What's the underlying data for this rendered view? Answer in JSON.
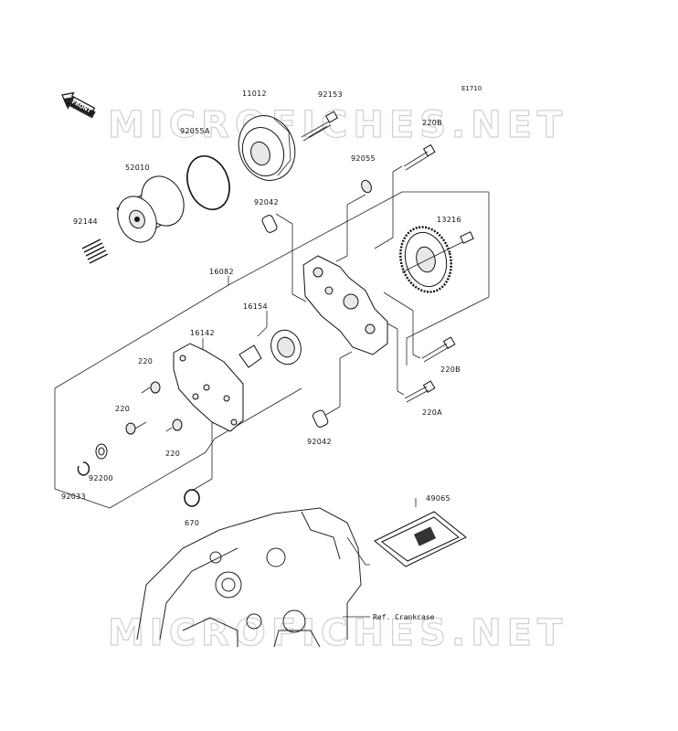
{
  "diagram": {
    "code": "E1710",
    "front_label": "FRONT",
    "watermark_text": "MICROFICHES.NET",
    "reference_note": "Ref. Crankcase",
    "part_labels": [
      {
        "id": "p11012",
        "text": "11012"
      },
      {
        "id": "p92153",
        "text": "92153"
      },
      {
        "id": "p220B_a",
        "text": "220B"
      },
      {
        "id": "p92055A",
        "text": "92055A"
      },
      {
        "id": "p92055",
        "text": "92055"
      },
      {
        "id": "p52010",
        "text": "52010"
      },
      {
        "id": "p92042_a",
        "text": "92042"
      },
      {
        "id": "p13216",
        "text": "13216"
      },
      {
        "id": "p92144",
        "text": "92144"
      },
      {
        "id": "p16082",
        "text": "16082"
      },
      {
        "id": "p16154",
        "text": "16154"
      },
      {
        "id": "p16142",
        "text": "16142"
      },
      {
        "id": "p220_a",
        "text": "220"
      },
      {
        "id": "p220B_b",
        "text": "220B"
      },
      {
        "id": "p220_b",
        "text": "220"
      },
      {
        "id": "p220A",
        "text": "220A"
      },
      {
        "id": "p220_c",
        "text": "220"
      },
      {
        "id": "p92042_b",
        "text": "92042"
      },
      {
        "id": "p92200",
        "text": "92200"
      },
      {
        "id": "p92033",
        "text": "92033"
      },
      {
        "id": "p49065",
        "text": "49065"
      },
      {
        "id": "p670",
        "text": "670"
      }
    ]
  }
}
